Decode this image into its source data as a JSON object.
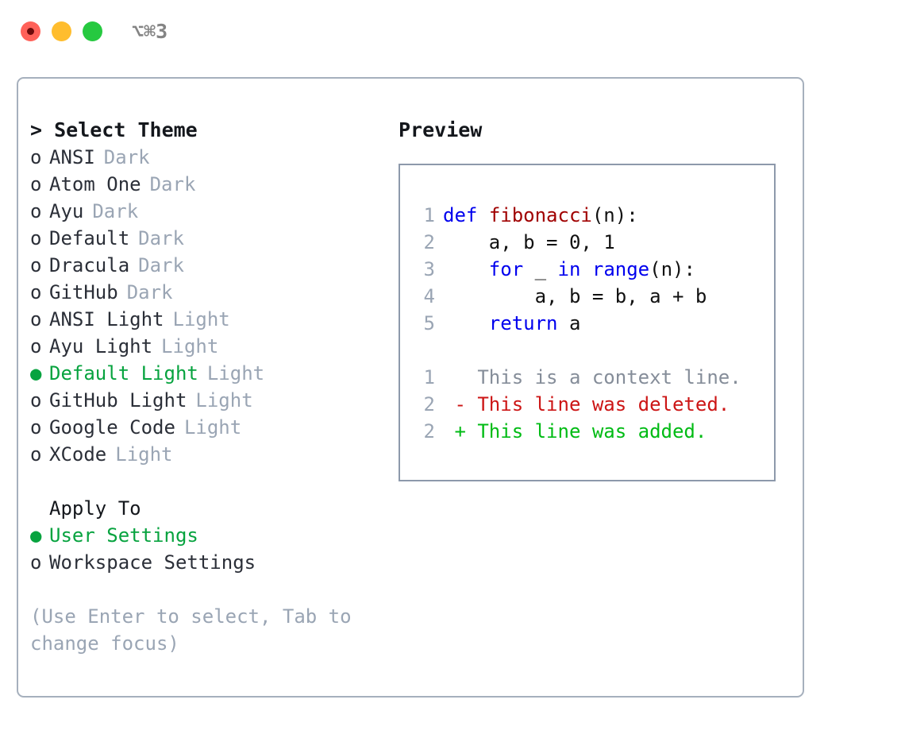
{
  "titlebar": {
    "lights": [
      {
        "name": "close-button",
        "color": "#ff6159"
      },
      {
        "name": "minimize-button",
        "color": "#ffbd2e"
      },
      {
        "name": "maximize-button",
        "color": "#26c940"
      }
    ],
    "shortcut": "⌥⌘3"
  },
  "theme_list": {
    "header": "> Select Theme",
    "marker_selected": "●",
    "marker_unselected": "o",
    "items": [
      {
        "label": "ANSI",
        "tag": "Dark",
        "selected": false
      },
      {
        "label": "Atom One",
        "tag": "Dark",
        "selected": false
      },
      {
        "label": "Ayu",
        "tag": "Dark",
        "selected": false
      },
      {
        "label": "Default",
        "tag": "Dark",
        "selected": false
      },
      {
        "label": "Dracula",
        "tag": "Dark",
        "selected": false
      },
      {
        "label": "GitHub",
        "tag": "Dark",
        "selected": false
      },
      {
        "label": "ANSI Light",
        "tag": "Light",
        "selected": false
      },
      {
        "label": "Ayu Light",
        "tag": "Light",
        "selected": false
      },
      {
        "label": "Default Light",
        "tag": "Light",
        "selected": true
      },
      {
        "label": "GitHub Light",
        "tag": "Light",
        "selected": false
      },
      {
        "label": "Google Code",
        "tag": "Light",
        "selected": false
      },
      {
        "label": "XCode",
        "tag": "Light",
        "selected": false
      }
    ]
  },
  "apply_to": {
    "header": "Apply To",
    "items": [
      {
        "label": "User Settings",
        "selected": true
      },
      {
        "label": "Workspace Settings",
        "selected": false
      }
    ]
  },
  "hint": "(Use Enter to select, Tab to change focus)",
  "preview": {
    "header": "Preview",
    "code_lines": [
      {
        "num": "1",
        "tokens": [
          {
            "t": "def",
            "c": "kw"
          },
          {
            "t": " ",
            "c": "plain"
          },
          {
            "t": "fibonacci",
            "c": "fn"
          },
          {
            "t": "(n):",
            "c": "plain"
          }
        ]
      },
      {
        "num": "2",
        "tokens": [
          {
            "t": "    a, b = 0, 1",
            "c": "plain"
          }
        ]
      },
      {
        "num": "3",
        "tokens": [
          {
            "t": "    ",
            "c": "plain"
          },
          {
            "t": "for",
            "c": "kw"
          },
          {
            "t": " _ ",
            "c": "plain"
          },
          {
            "t": "in",
            "c": "kw"
          },
          {
            "t": " ",
            "c": "plain"
          },
          {
            "t": "range",
            "c": "kw"
          },
          {
            "t": "(n):",
            "c": "plain"
          }
        ]
      },
      {
        "num": "4",
        "tokens": [
          {
            "t": "        a, b = b, a + b",
            "c": "plain"
          }
        ]
      },
      {
        "num": "5",
        "tokens": [
          {
            "t": "    ",
            "c": "plain"
          },
          {
            "t": "return",
            "c": "kw"
          },
          {
            "t": " a",
            "c": "plain"
          }
        ]
      }
    ],
    "diff_lines": [
      {
        "num": "1",
        "sign": " ",
        "text": "This is a context line.",
        "kind": "ctx"
      },
      {
        "num": "2",
        "sign": "-",
        "text": "This line was deleted.",
        "kind": "del"
      },
      {
        "num": "2",
        "sign": "+",
        "text": "This line was added.",
        "kind": "add"
      }
    ]
  },
  "colors": {
    "accent_green": "#07a33f",
    "diff_added": "#00bb14",
    "diff_deleted": "#cc1515",
    "muted": "#9aa5b4",
    "keyword_blue": "#0000ee",
    "function_red": "#a00000",
    "border": "#a6b0bd"
  }
}
